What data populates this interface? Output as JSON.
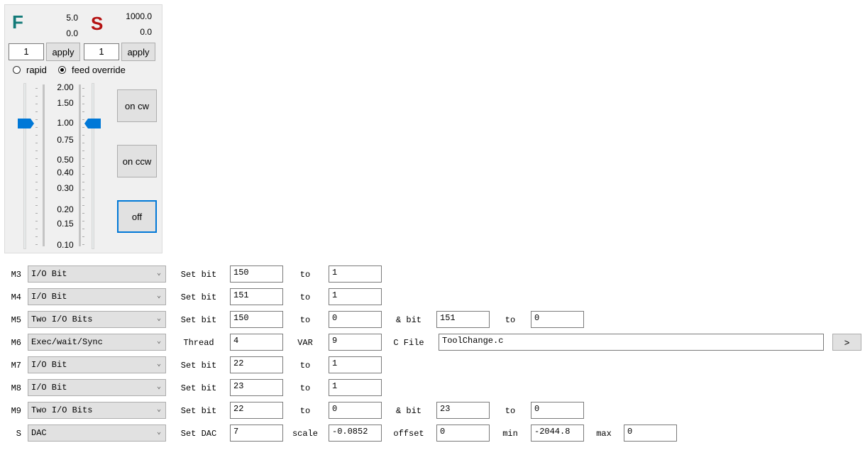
{
  "feed": {
    "letter": "F",
    "color": "#127a78",
    "value1": "5.0",
    "value2": "0.0",
    "input": "1",
    "apply": "apply"
  },
  "spindle": {
    "letter": "S",
    "color": "#b51212",
    "value1": "1000.0",
    "value2": "0.0",
    "input": "1",
    "apply": "apply"
  },
  "radios": {
    "rapid": "rapid",
    "feed_override": "feed override",
    "selected": "feed override"
  },
  "scale_labels": [
    "2.00",
    "1.50",
    "1.00",
    "0.75",
    "0.50",
    "0.40",
    "0.30",
    "0.20",
    "0.15",
    "0.10"
  ],
  "sliders": {
    "left_value": 1.0,
    "right_value": 1.0
  },
  "buttons": {
    "on_cw": "on cw",
    "on_ccw": "on ccw",
    "off": "off",
    "browse": ">"
  },
  "rows": [
    {
      "code": "M3",
      "type": "I/O Bit",
      "l1": "Set bit",
      "v1": "150",
      "l2": "to",
      "v2": "1"
    },
    {
      "code": "M4",
      "type": "I/O Bit",
      "l1": "Set bit",
      "v1": "151",
      "l2": "to",
      "v2": "1"
    },
    {
      "code": "M5",
      "type": "Two I/O Bits",
      "l1": "Set bit",
      "v1": "150",
      "l2": "to",
      "v2": "0",
      "l3": "& bit",
      "v3": "151",
      "l4": "to",
      "v4": "0"
    },
    {
      "code": "M6",
      "type": "Exec/wait/Sync",
      "l1": "Thread",
      "v1": "4",
      "l2": "VAR",
      "v2": "9",
      "l3": "C File",
      "file": "ToolChange.c"
    },
    {
      "code": "M7",
      "type": "I/O Bit",
      "l1": "Set bit",
      "v1": "22",
      "l2": "to",
      "v2": "1"
    },
    {
      "code": "M8",
      "type": "I/O Bit",
      "l1": "Set bit",
      "v1": "23",
      "l2": "to",
      "v2": "1"
    },
    {
      "code": "M9",
      "type": "Two I/O Bits",
      "l1": "Set bit",
      "v1": "22",
      "l2": "to",
      "v2": "0",
      "l3": "& bit",
      "v3": "23",
      "l4": "to",
      "v4": "0"
    },
    {
      "code": "S",
      "type": "DAC",
      "l1": "Set DAC",
      "v1": "7",
      "l2": "scale",
      "v2": "-0.0852",
      "l3": "offset",
      "v3": "0",
      "l4": "min",
      "v4": "-2044.8",
      "l5": "max",
      "v5": "0"
    }
  ]
}
